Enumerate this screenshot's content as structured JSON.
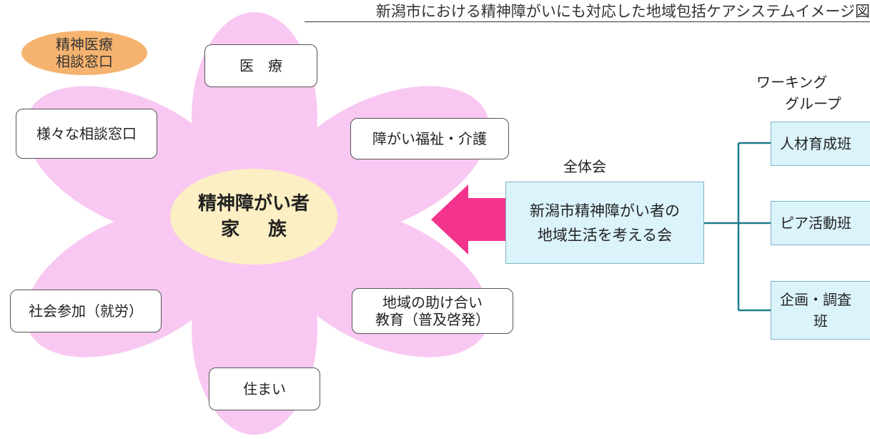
{
  "title": "新潟市における精神障がいにも対応した地域包括ケアシステムイメージ図",
  "pill": {
    "line1": "精神医療",
    "line2": "相談窓口"
  },
  "center": {
    "line1": "精神障がい者",
    "line2": "家族"
  },
  "petals": {
    "medical": "医　療",
    "welfare": "障がい福祉・介護",
    "consult": "様々な相談窓口",
    "social": "社会参加（就労）",
    "community_line1": "地域の助け合い",
    "community_line2": "教育（普及啓発）",
    "housing": "住まい"
  },
  "plenary_label": "全体会",
  "meeting": {
    "line1": "新潟市精神障がい者の",
    "line2": "地域生活を考える会"
  },
  "working_group": {
    "label_line1": "ワーキング",
    "label_line2": "グループ",
    "teams": [
      "人材育成班",
      "ピア活動班",
      "企画・調査",
      "班"
    ]
  },
  "colors": {
    "petal": "#f8c8f2",
    "center": "#fcefc4",
    "pill": "#f6b36f",
    "arrow": "#f4338d",
    "box_fill": "#dbf3fb",
    "line": "#1d7a8c"
  }
}
